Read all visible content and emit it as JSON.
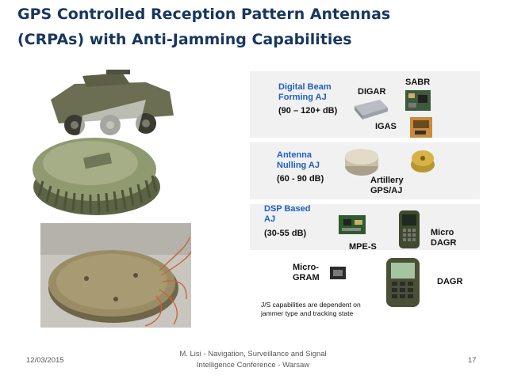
{
  "slide": {
    "title_line1": "GPS Controlled Reception Pattern Antennas",
    "title_line2": "(CRPAs) with Anti-Jamming Capabilities"
  },
  "diagram": {
    "digital_beam": {
      "line1": "Digital Beam",
      "line2": "Forming AJ",
      "range": "(90 – 120+ dB)"
    },
    "antenna_nulling": {
      "line1": "Antenna",
      "line2": "Nulling AJ",
      "range": "(60 - 90 dB)"
    },
    "dsp_based": {
      "line1": "DSP Based",
      "line2": "AJ",
      "range": "(30-55 dB)"
    },
    "devices": {
      "digar": "DIGAR",
      "sabr": "SABR",
      "igas": "IGAS",
      "artillery_line1": "Artillery",
      "artillery_line2": "GPS/AJ",
      "mpe_s": "MPE-S",
      "micro_dagr_line1": "Micro",
      "micro_dagr_line2": "DAGR",
      "micro_gram_line1": "Micro-",
      "micro_gram_line2": "GRAM",
      "dagr": "DAGR"
    },
    "note_line1": "J/S capabilities are dependent on",
    "note_line2": "jammer type and tracking state"
  },
  "footer": {
    "date": "12/03/2015",
    "center_line1": "M. Lisi - Navigation, Surveillance and Signal",
    "center_line2": "Intelligence Conference - Warsaw",
    "page_number": "17"
  },
  "colors": {
    "title": "#17375e",
    "diagram_blue": "#1f5fbf",
    "footer": "#595959"
  }
}
